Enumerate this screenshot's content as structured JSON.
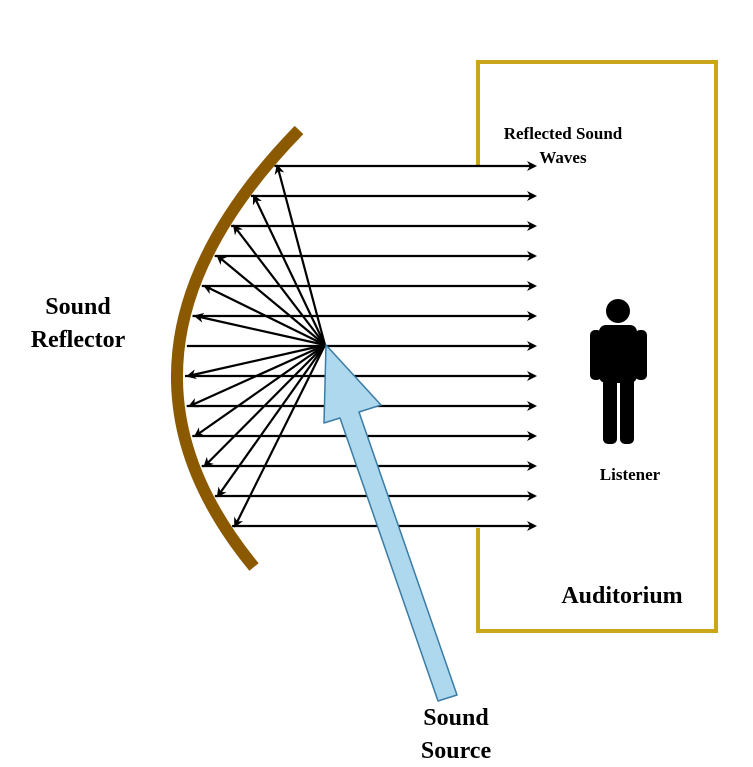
{
  "labels": {
    "reflector_line1": "Sound",
    "reflector_line2": "Reflector",
    "reflected_line1": "Reflected Sound",
    "reflected_line2": "Waves",
    "listener": "Listener",
    "auditorium": "Auditorium",
    "source_line1": "Sound",
    "source_line2": "Source"
  },
  "colors": {
    "reflector": "#8B5A00",
    "auditorium_wall": "#C9A61A",
    "source_arrow_fill": "#ADD8EE",
    "source_arrow_stroke": "#3A7CA5",
    "rays": "#000000",
    "listener": "#000000"
  },
  "icons": {
    "listener": "person-icon"
  }
}
